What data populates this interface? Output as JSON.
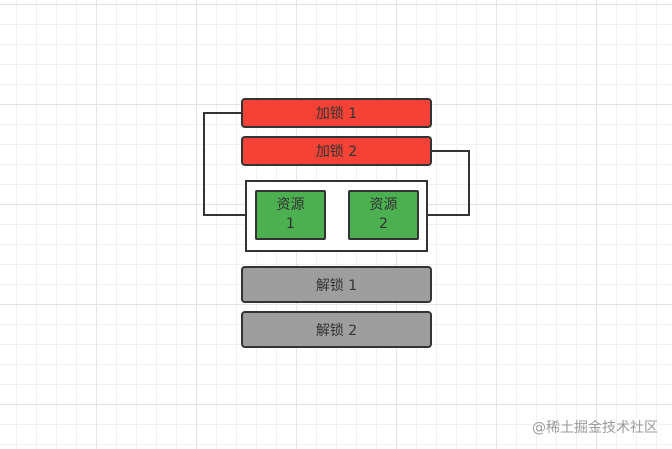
{
  "nodes": {
    "lock1": "加锁 1",
    "lock2": "加锁 2",
    "resource1_line1": "资源",
    "resource1_line2": "1",
    "resource2_line1": "资源",
    "resource2_line2": "2",
    "unlock1": "解锁 1",
    "unlock2": "解锁 2"
  },
  "colors": {
    "lock": "#f44336",
    "resource": "#4caf50",
    "unlock": "#9e9e9e",
    "stroke": "#333333"
  },
  "watermark": "@稀土掘金技术社区"
}
